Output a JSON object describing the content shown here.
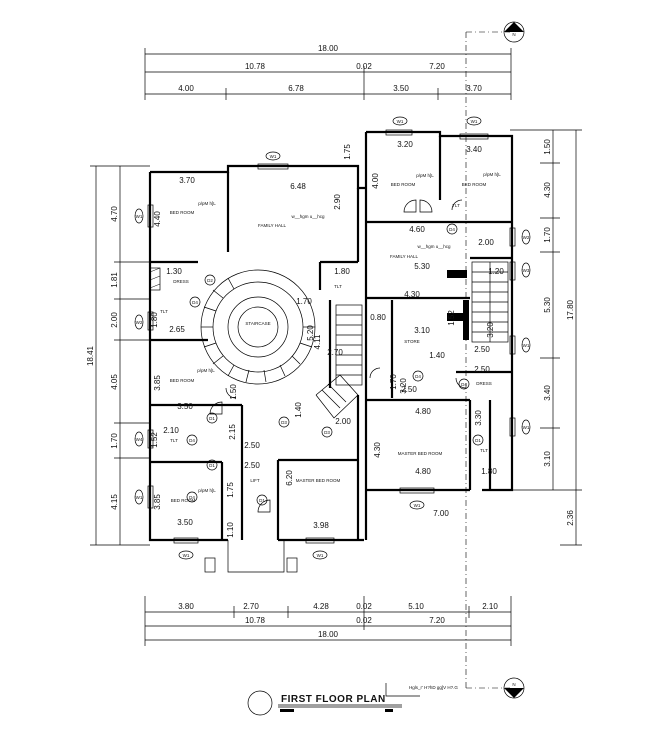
{
  "title": {
    "text": "FIRST FLOOR PLAN",
    "scale_text": "Hgls_r' H?hD gg]V H?.G"
  },
  "top_dims": {
    "overall": "18.00",
    "left_total": "10.78",
    "gap": "0.02",
    "right_total": "7.20",
    "segments": [
      "4.00",
      "6.78",
      "3.50",
      "3.70"
    ]
  },
  "bottom_dims": {
    "segments": [
      "3.80",
      "2.70",
      "4.28",
      "0.02",
      "5.10",
      "2.10"
    ],
    "left_total": "10.78",
    "gap": "0.02",
    "right_total": "7.20",
    "overall": "18.00"
  },
  "left_dims": {
    "overall": "18.41",
    "segments": [
      "4.70",
      "1.81",
      "2.00",
      "4.05",
      "1.70",
      "4.15"
    ]
  },
  "right_dims": {
    "overall": "17.80",
    "segments": [
      "1.50",
      "4.30",
      "1.70",
      "5.30",
      "3.40",
      "3.10",
      "2.36"
    ]
  },
  "room_labels": {
    "bedroom": "BED ROOM",
    "living": "FAMILY HALL",
    "master": "MASTER BED ROOM",
    "toilet": "TLT",
    "dress": "DRESS",
    "stair_center": "STAIRCASE",
    "store": "STORE",
    "lift": "LIFT",
    "ceiling_note": "p/pM h]L",
    "open_note": "w__hgm u__hcg"
  },
  "interior_dims": [
    "3.70",
    "6.48",
    "2.90",
    "3.20",
    "3.40",
    "4.60",
    "2.00",
    "5.30",
    "1.20",
    "4.30",
    "3.10",
    "1.40",
    "2.50",
    "2.50",
    "1.30",
    "1.80",
    "1.70",
    "2.65",
    "1.80",
    "3.50",
    "2.10",
    "2.50",
    "2.50",
    "3.50",
    "3.98",
    "4.80",
    "4.80",
    "1.80",
    "7.00",
    "6.20",
    "2.15",
    "1.50",
    "1.40",
    "2.00",
    "4.11",
    "5.20",
    "2.70",
    "4.40",
    "3.85",
    "3.85",
    "4.00",
    "4.30",
    "3.30",
    "3.20",
    "1.75",
    "1.75",
    "1.10",
    "1.52",
    "0.80",
    "3.20",
    "2.50",
    "1.70",
    "1.52"
  ],
  "tags": {
    "window": "W1",
    "window2": "W2",
    "window3": "W3",
    "window4": "W4",
    "door": "D1",
    "door2": "D2",
    "door3": "D3",
    "door4": "D4",
    "north": "N"
  }
}
